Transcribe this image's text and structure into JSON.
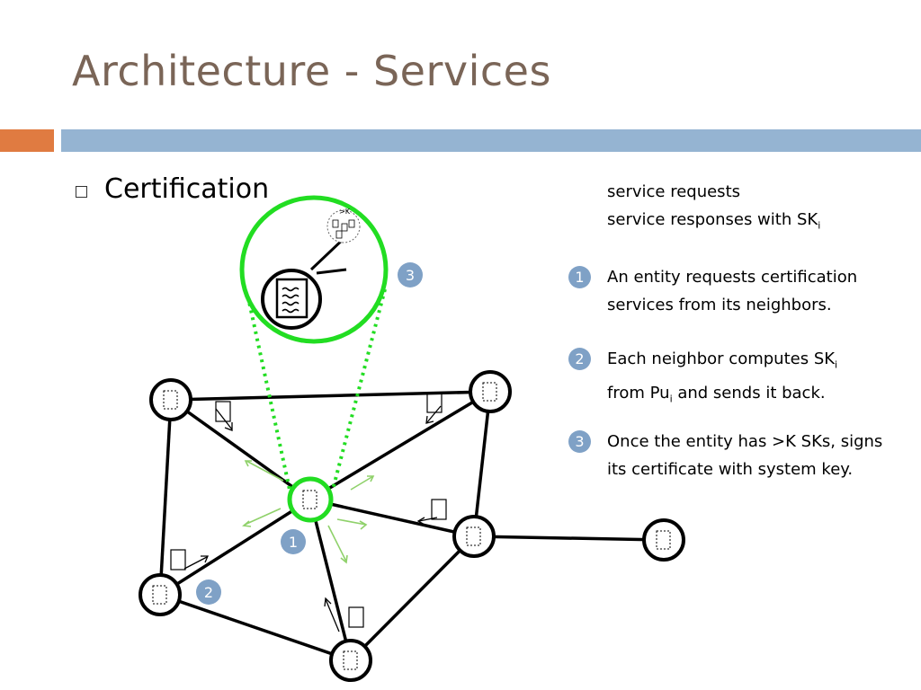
{
  "slide": {
    "title": "Architecture - Services",
    "bullet": "Certification"
  },
  "legend": {
    "requests": "service requests",
    "responses": "service responses with SK",
    "responses_sub": "i",
    "request_color": "#8fd16a",
    "response_color": "#000000"
  },
  "steps": [
    {
      "number": "1",
      "text": "An entity requests certification services from its neighbors."
    },
    {
      "number": "2",
      "line1_pre": "Each neighbor computes SK",
      "line1_sub": "i",
      "line2_pre": "from Pu",
      "line2_sub": "i",
      "line2_post": " and sends it back."
    },
    {
      "number": "3",
      "text": "Once the entity has >K SKs, signs its certificate with system key."
    }
  ],
  "diagram": {
    "zoom_label": ">K",
    "badges": [
      "3",
      "1",
      "2"
    ],
    "colors": {
      "highlight": "#22dd22",
      "badge": "#7fa1c6",
      "edge": "#000000"
    }
  }
}
